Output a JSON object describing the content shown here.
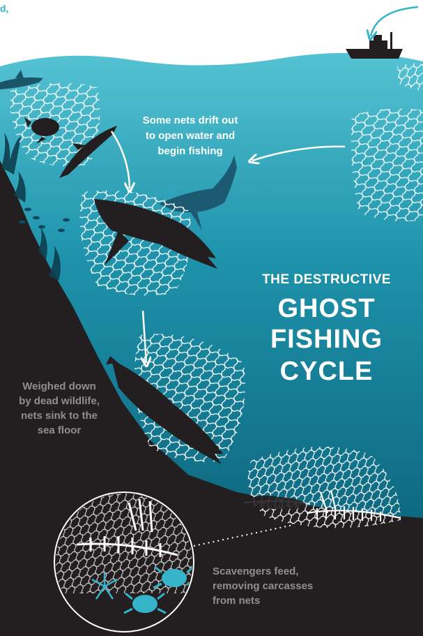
{
  "top_fragment": "d,",
  "captions": {
    "drift": [
      "Some nets drift out",
      "to open water and",
      "begin fishing"
    ],
    "sink": [
      "Weighed down",
      "by dead wildlife,",
      "nets sink to the",
      "sea floor"
    ],
    "scavengers": [
      "Scavengers feed,",
      "removing carcasses",
      "from nets"
    ]
  },
  "title": {
    "line1": "THE DESTRUCTIVE",
    "line2": "GHOST FISHING",
    "line3": "CYCLE"
  },
  "colors": {
    "sky": "#ffffff",
    "water_top": "#4fbfd0",
    "water_bottom": "#0a5a72",
    "seafloor": "#231f20",
    "accent": "#35b3c8",
    "net": "#ffffff",
    "caption_grey": "#8f8f8f"
  }
}
